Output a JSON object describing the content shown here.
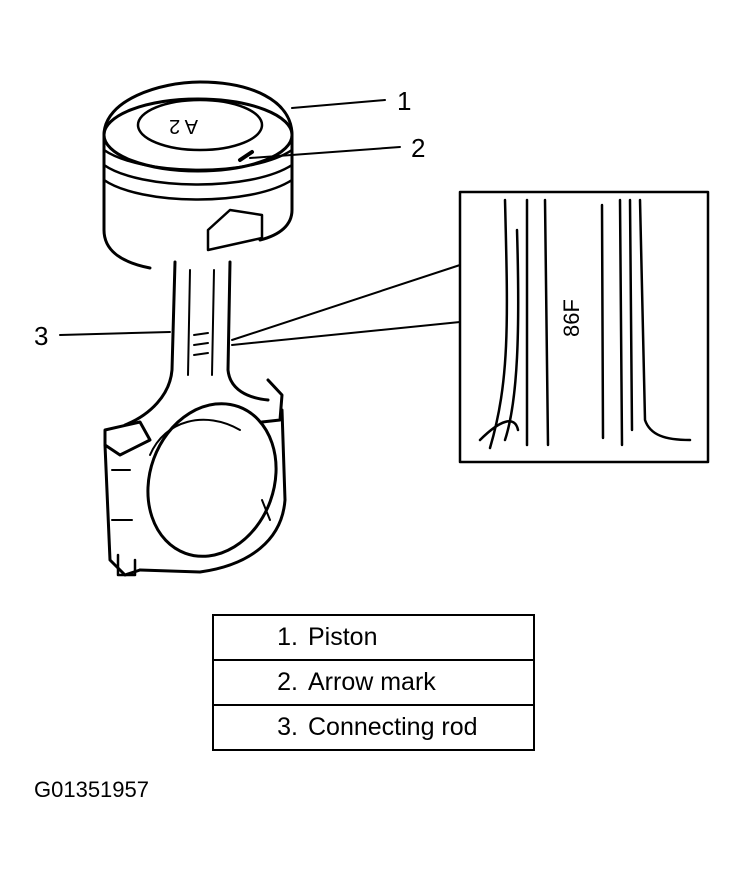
{
  "callouts": [
    "1",
    "2",
    "3"
  ],
  "inset_marking": "86F",
  "legend": [
    {
      "num": "1.",
      "label": "Piston"
    },
    {
      "num": "2.",
      "label": "Arrow mark"
    },
    {
      "num": "3.",
      "label": "Connecting rod"
    }
  ],
  "figure_id": "G01351957"
}
